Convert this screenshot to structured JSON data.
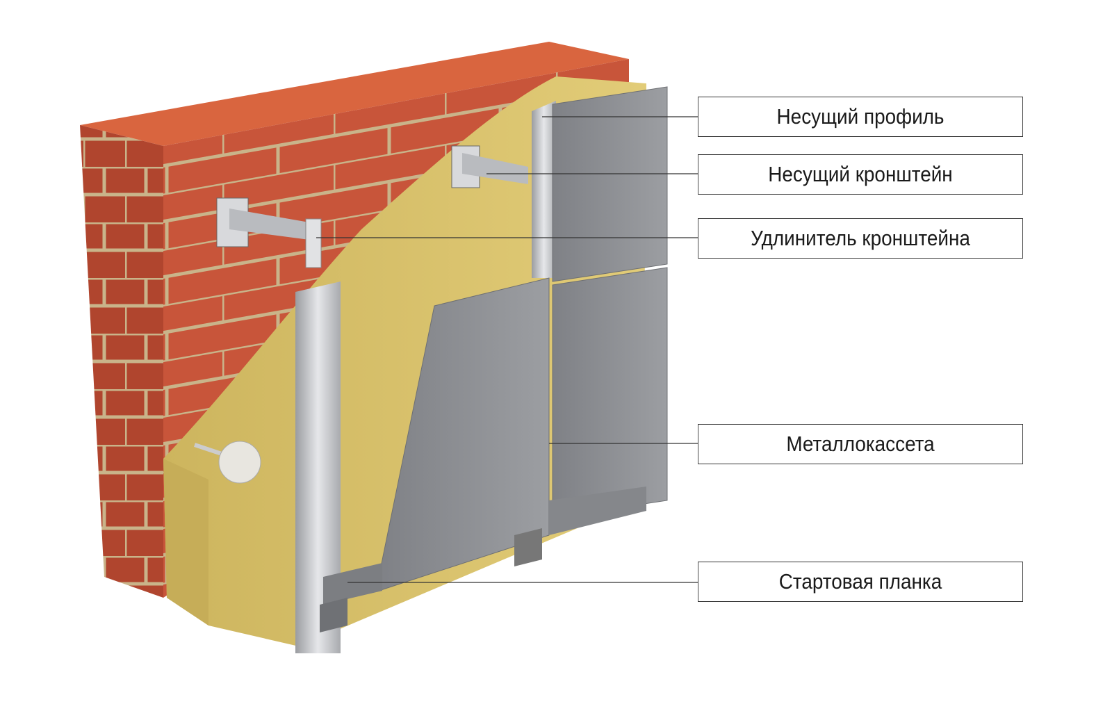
{
  "labels": [
    {
      "id": "load-bearing-profile",
      "text": "Несущий профиль"
    },
    {
      "id": "load-bearing-bracket",
      "text": "Несущий кронштейн"
    },
    {
      "id": "bracket-extender",
      "text": "Удлинитель кронштейна"
    },
    {
      "id": "metal-cassette",
      "text": "Металлокассета"
    },
    {
      "id": "starter-strip",
      "text": "Стартовая планка"
    }
  ],
  "colors": {
    "brick": "#c8553a",
    "mortar": "#c9b48a",
    "insulation": "#d6c06a",
    "metal": "#8d8f93",
    "profile": "#c4c6ca"
  }
}
